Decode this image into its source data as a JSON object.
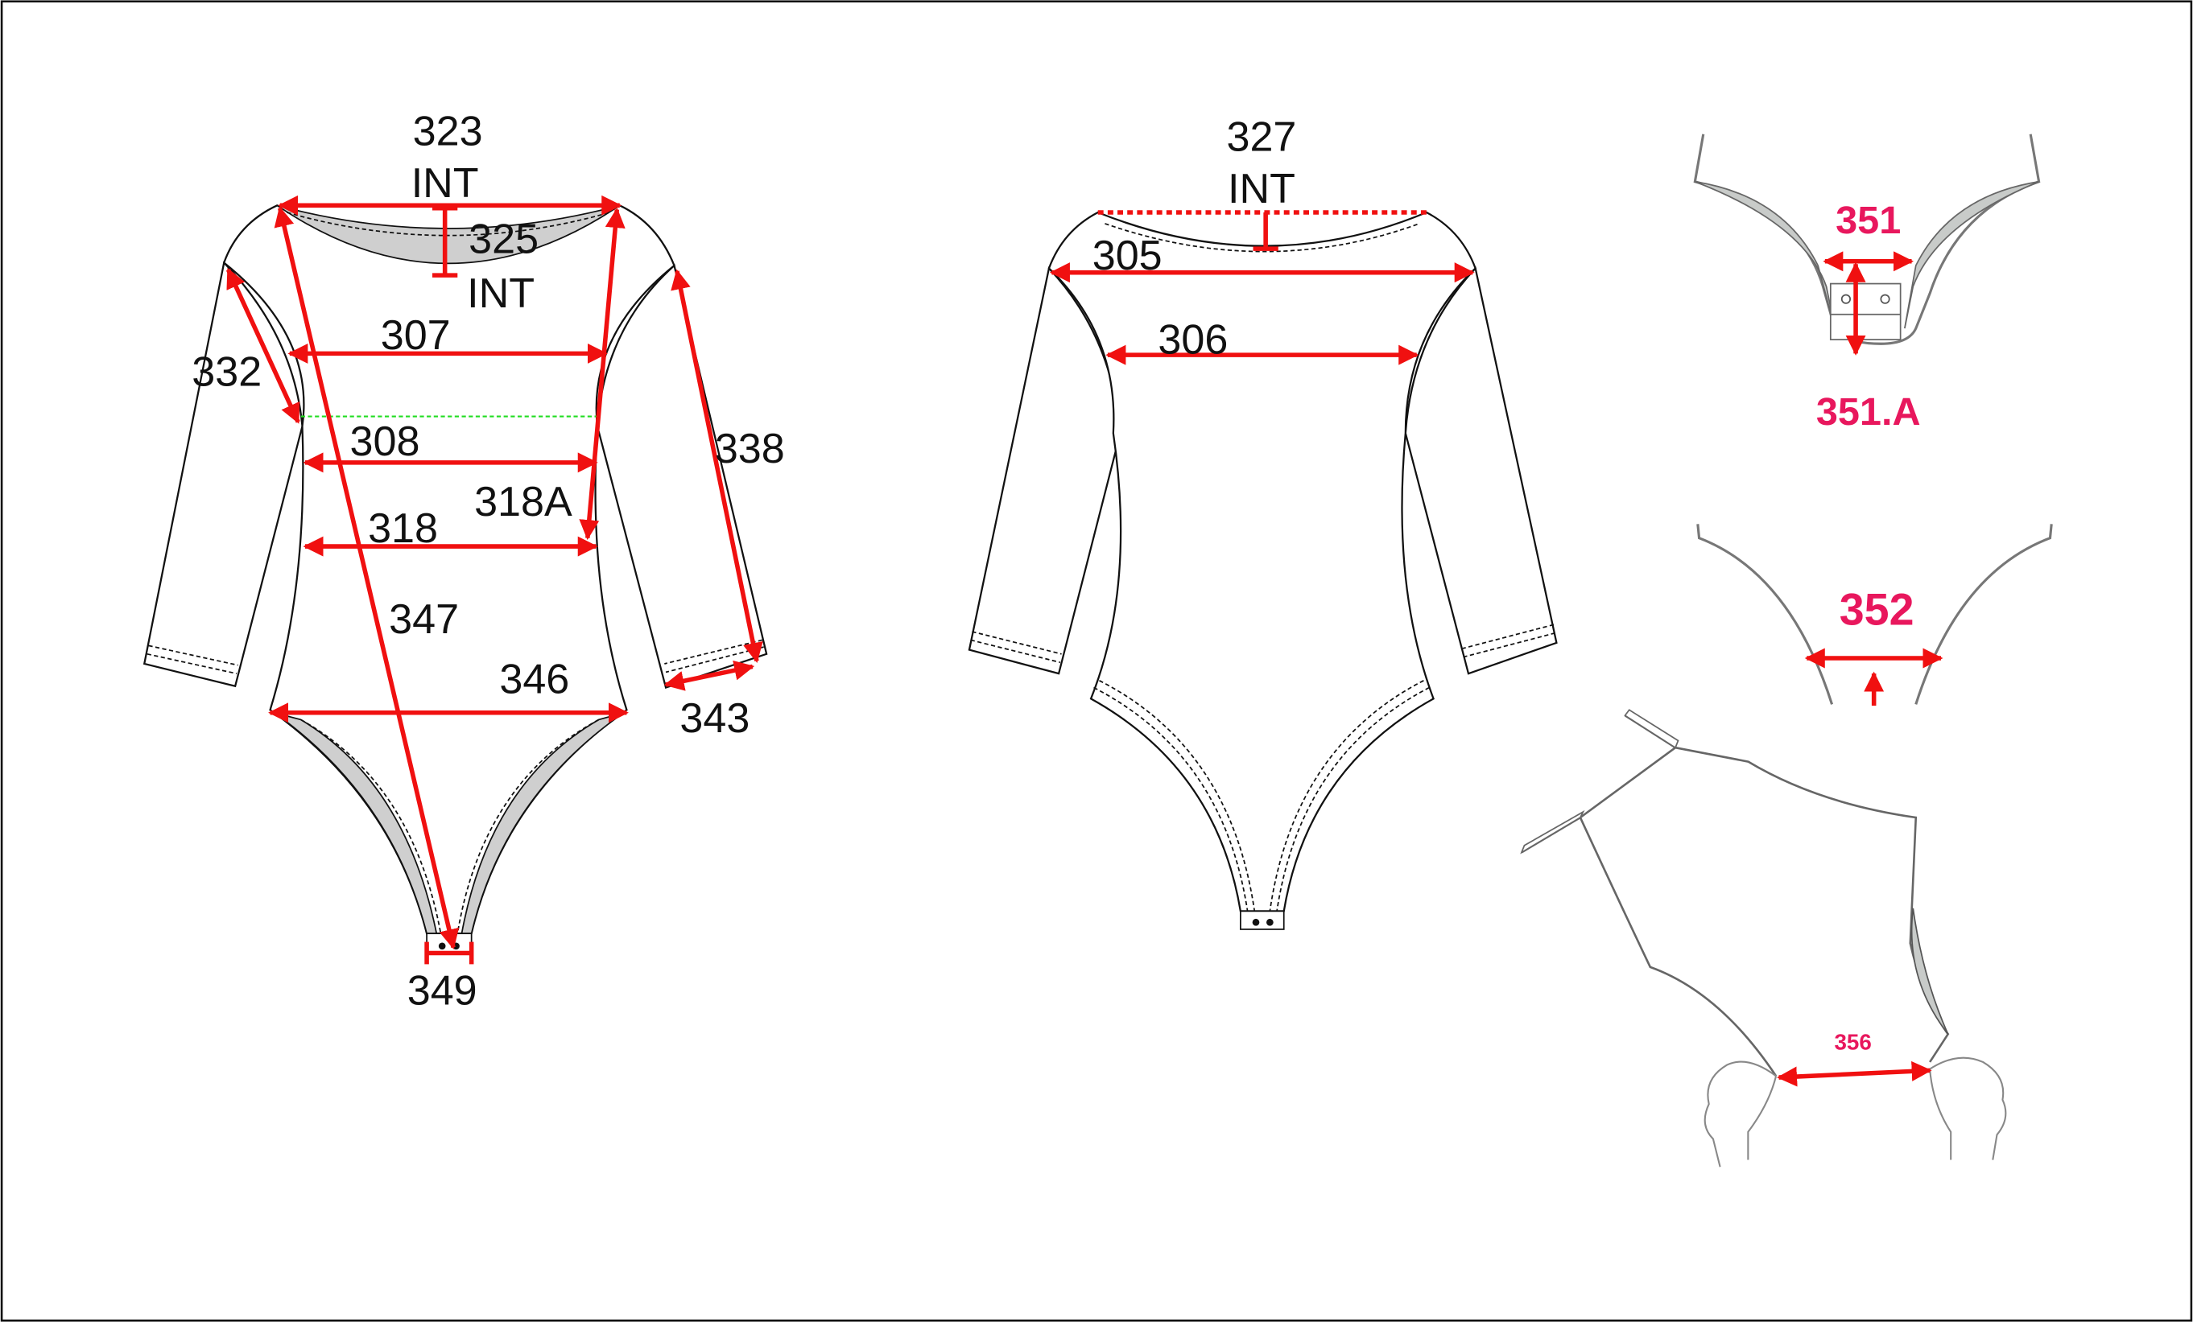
{
  "front": {
    "labels": {
      "m323": "323",
      "m323_int": "INT",
      "m325": "325",
      "m325_int": "INT",
      "m307": "307",
      "m332": "332",
      "m308": "308",
      "m318A": "318A",
      "m318": "318",
      "m347": "347",
      "m346": "346",
      "m338": "338",
      "m343": "343",
      "m349": "349"
    }
  },
  "back": {
    "labels": {
      "m327": "327",
      "m327_int": "INT",
      "m305": "305",
      "m306": "306"
    }
  },
  "details": {
    "labels": {
      "m351": "351",
      "m351A": "351.A",
      "m352": "352",
      "m356": "356"
    }
  },
  "colors": {
    "measure": "#f01010",
    "detail_label": "#e8175d",
    "guide": "#22dd22"
  }
}
